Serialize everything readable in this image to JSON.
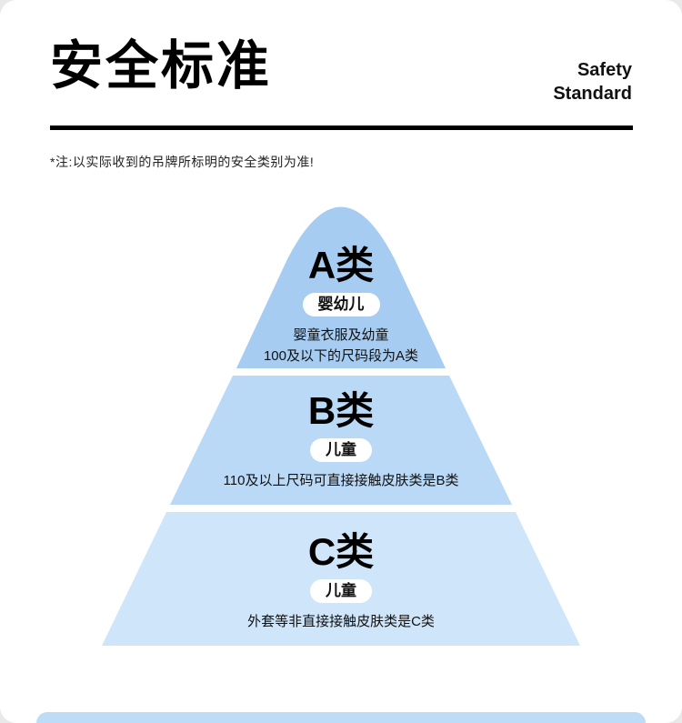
{
  "page": {
    "title": "安全标准",
    "subtitle": [
      "Safety",
      "Standard"
    ],
    "note": "*注:以实际收到的吊牌所标明的安全类别为准!"
  },
  "pyramid": {
    "levels": [
      {
        "grade": "A类",
        "tag": "婴幼儿",
        "desc_lines": [
          "婴童衣服及幼童",
          "100及以下的尺码段为A类"
        ],
        "color": "#a6ccf1"
      },
      {
        "grade": "B类",
        "tag": "儿童",
        "desc_lines": [
          "110及以上尺码可直接接触皮肤类是B类"
        ],
        "color": "#b9d9f6"
      },
      {
        "grade": "C类",
        "tag": "儿童",
        "desc_lines": [
          "外套等非直接接触皮肤类是C类"
        ],
        "color": "#cfe5fa"
      }
    ]
  },
  "colors": {
    "underline": "#000000",
    "next_section_bar": "#bedcf5"
  }
}
